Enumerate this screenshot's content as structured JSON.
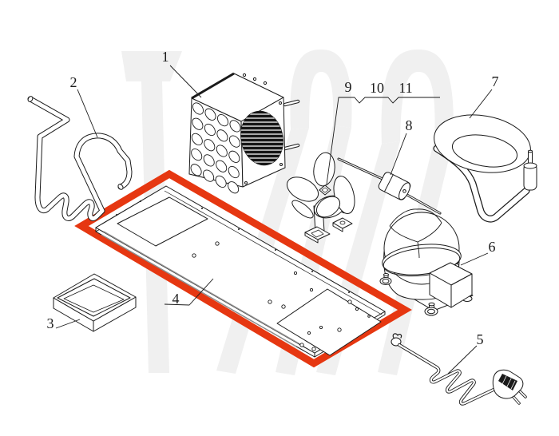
{
  "diagram": {
    "type": "exploded-parts-diagram",
    "subject": "refrigeration-condensing-unit",
    "background_color": "#ffffff",
    "line_color": "#1a1a1a",
    "highlight_color": "#e63711",
    "watermark_color": "#f0f0f0",
    "highlighted_part_label": "4",
    "part_labels": [
      {
        "text": "1"
      },
      {
        "text": "2"
      },
      {
        "text": "3"
      },
      {
        "text": "4"
      },
      {
        "text": "5"
      },
      {
        "text": "6"
      },
      {
        "text": "7"
      },
      {
        "text": "8"
      },
      {
        "text": "9"
      },
      {
        "text": "10"
      },
      {
        "text": "11"
      }
    ]
  }
}
